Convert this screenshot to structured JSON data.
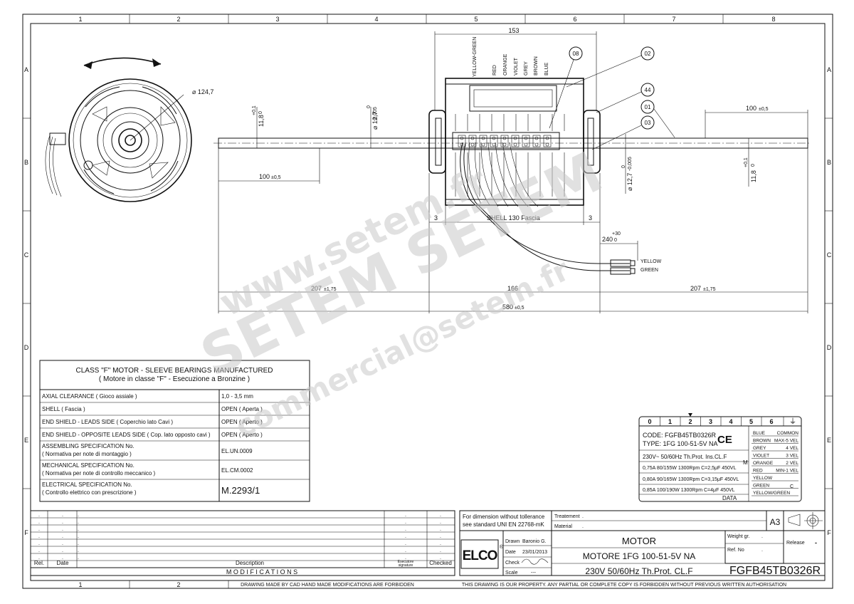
{
  "border": {
    "col_numbers_top": [
      "1",
      "2",
      "3",
      "4",
      "5",
      "6",
      "7",
      "8"
    ],
    "col_numbers_bottom": [
      "1",
      "2"
    ],
    "row_letters": [
      "A",
      "B",
      "C",
      "D",
      "E",
      "F"
    ]
  },
  "wire_colors": [
    "YELLOW-GREEN",
    "RED",
    "ORANGE",
    "VIOLET",
    "GREY",
    "BROWN",
    "BLUE"
  ],
  "dimensions": {
    "top_width": "153",
    "diameter_front": "⌀ 124,7",
    "shaft_diam_left": "⌀ 12,7",
    "shaft_diam_left_tol_top": "0",
    "shaft_diam_left_tol_bottom": "-0,005",
    "shaft_height_left": "11,8",
    "shaft_height_left_tol_top": "+0,1",
    "shaft_height_left_tol_bottom": "0",
    "shaft_diam_right": "⌀ 12,7",
    "shaft_diam_right_tol_top": "0",
    "shaft_diam_right_tol_bottom": "-0,005",
    "shaft_height_right": "11,8",
    "shaft_height_right_tol_top": "+0,1",
    "shaft_height_right_tol_bottom": "0",
    "shaft_len_left": "100",
    "shaft_len_left_tol": "±0,5",
    "shaft_len_right": "100",
    "shaft_len_right_tol": "±0,5",
    "shell_left": "3",
    "shell_right": "3",
    "shell_label": "SHELL  130  Fascia",
    "lead_len": "240",
    "lead_len_tol_top": "+30",
    "lead_len_tol_bottom": "0",
    "lead_yellow": "YELLOW",
    "lead_green": "GREEN",
    "left_span": "207",
    "left_span_tol": "±1,75",
    "center_span": "166",
    "right_span": "207",
    "right_span_tol": "±1,75",
    "total_span": "580",
    "total_span_tol": "±0,5"
  },
  "callouts": [
    "08",
    "02",
    "44",
    "01",
    "03"
  ],
  "watermark": {
    "line1": "www.setem.fr",
    "line2": "SETEM  SETEM",
    "line3": "commercial@setem.fr"
  },
  "spec_table": {
    "title": "CLASS \"F\" MOTOR - SLEEVE BEARINGS MANUFACTURED",
    "subtitle": "( Motore in classe \"F\" - Esecuzione a Bronzine )",
    "rows": [
      {
        "label": "AXIAL CLEARANCE ( Gioco assiale )",
        "value": "1,0 - 3,5 mm"
      },
      {
        "label": "SHELL ( Fascia )",
        "value": "OPEN ( Aperta )"
      },
      {
        "label": "END SHIELD - LEADS SIDE ( Coperchio lato Cavi )",
        "value": "OPEN ( Aperto )"
      },
      {
        "label": "END SHIELD - OPPOSITE LEADS SIDE ( Cop. lato opposto cavi )",
        "value": "OPEN ( Aperto )"
      },
      {
        "label": "ASSEMBLING SPECIFICATION No.",
        "label2": "( Normativa per note di montaggio )",
        "value": "EL.UN.0009"
      },
      {
        "label": "MECHANICAL SPECIFICATION No.",
        "label2": "( Normativa per note di controllo meccanico )",
        "value": "EL.CM.0002"
      },
      {
        "label": "ELECTRICAL SPECIFICATION No.",
        "label2": "( Controllo elettrico con prescrizione )",
        "value": "M.2293/1"
      }
    ]
  },
  "nameplate": {
    "scale_numbers": [
      "0",
      "1",
      "2",
      "3",
      "4",
      "5",
      "6"
    ],
    "ground_symbol": "⏚",
    "code": "CODE: FGFB45TB0326R",
    "type": "TYPE: 1FG 100-51-5V NA",
    "ce": "CE",
    "line_voltage": "230V~  50/60Hz  Th.Prot.  Ins.CL.F",
    "ratings": [
      "0,75A  80/155W  1300Rpm  C=2,5μF  450VL",
      "0,80A  90/165W  1300Rpm  C=3,15μF  450VL",
      "0,85A  100/190W  1300Rpm  C=4μF  450VL"
    ],
    "data_label": "DATA",
    "motor_symbol": "M",
    "capacitor_label": "C",
    "wiring": [
      {
        "color": "BLUE",
        "function": "COMMON"
      },
      {
        "color": "BROWN",
        "function": "MAX-5 VEL"
      },
      {
        "color": "GREY",
        "function": "4 VEL"
      },
      {
        "color": "VIOLET",
        "function": "3 VEL"
      },
      {
        "color": "ORANGE",
        "function": "2 VEL"
      },
      {
        "color": "RED",
        "function": "MIN-1 VEL"
      },
      {
        "color": "YELLOW",
        "function": ""
      },
      {
        "color": "GREEN",
        "function": ""
      },
      {
        "color": "YELLOW/GREEN",
        "function": ""
      }
    ]
  },
  "title_block": {
    "tolerance_note": "For dimension without tollerance",
    "tolerance_note2": "see standard UNI EN 22768-mK",
    "treatment_label": "Treatement",
    "treatment_value": ".",
    "material_label": "Material",
    "material_value": ".",
    "sheet_size": "A3",
    "drawn_label": "Drawn",
    "drawn_value": "Baronio G.",
    "date_label": "Date",
    "date_value": "23/01/2013",
    "check_label": "Check",
    "scale_label": "Scale",
    "scale_value": "---",
    "logo": "ELCO",
    "logo_mark": "®",
    "title": "MOTOR",
    "subtitle": "MOTORE 1FG 100-51-5V NA",
    "spec_line": "230V   50/60Hz   Th.Prot.   CL.F",
    "weight_label": "Weight gr.",
    "weight_value": ".",
    "ref_label": "Ref. No",
    "ref_value": ".",
    "release_label": "Release",
    "release_value": "-",
    "code": "FGFB45TB0326R"
  },
  "modifications": {
    "rel": "Rel.",
    "date": "Date",
    "description": "Description",
    "executor": "Esecutore",
    "executor2": "signature",
    "checked": "Checked",
    "title": "M O D I F I C A T I O N S",
    "placeholder": "."
  },
  "footer": {
    "cad_note": "DRAWING MADE BY CAD HAND MADE MODIFICATIONS ARE FORBIDDEN",
    "cad_word": "CAD",
    "property_note": "THIS DRAWING IS OUR PROPERTY. ANY PARTIAL OR COMPLETE COPY IS FORBIDDEN WITHOUT PREVIOUS WRITTEN AUTHORISATION"
  }
}
